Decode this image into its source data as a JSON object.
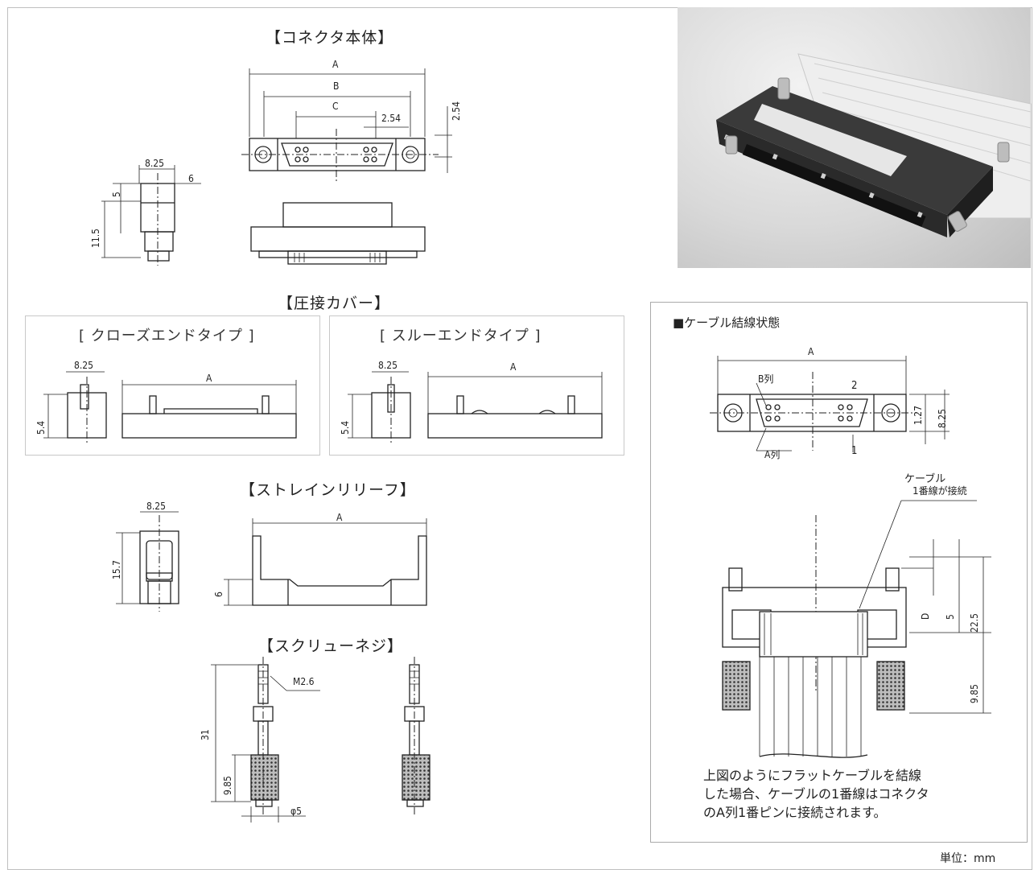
{
  "sections": {
    "connector_body": "【コネクタ本体】",
    "press_cover": "【圧接カバー】",
    "closed_end": "[ クローズエンドタイプ ]",
    "through_end": "[ スルーエンドタイプ ]",
    "strain_relief": "【ストレインリリーフ】",
    "screw": "【スクリューネジ】"
  },
  "dims": {
    "A": "A",
    "B": "B",
    "C": "C",
    "D": "D",
    "d254": "2.54",
    "d825": "8.25",
    "d6": "6",
    "d5": "5",
    "d115": "11.5",
    "d54": "5.4",
    "d157": "15.7",
    "d31": "31",
    "d985": "9.85",
    "m26": "M2.6",
    "phi5": "φ5",
    "d225": "22.5",
    "d127": "1.27"
  },
  "wiring": {
    "title": "■ケーブル結線状態",
    "row_b": "B列",
    "row_a": "A列",
    "pin1": "1",
    "pin2": "2",
    "cable_label": "ケーブル",
    "cable_label2": "1番線が接続",
    "note_lines": [
      "上図のようにフラットケーブルを結線",
      "した場合、ケーブルの1番線はコネクタ",
      "のA列1番ピンに接続されます。"
    ]
  },
  "unit": "単位：mm",
  "photo": {
    "kind": "connector-photo"
  }
}
